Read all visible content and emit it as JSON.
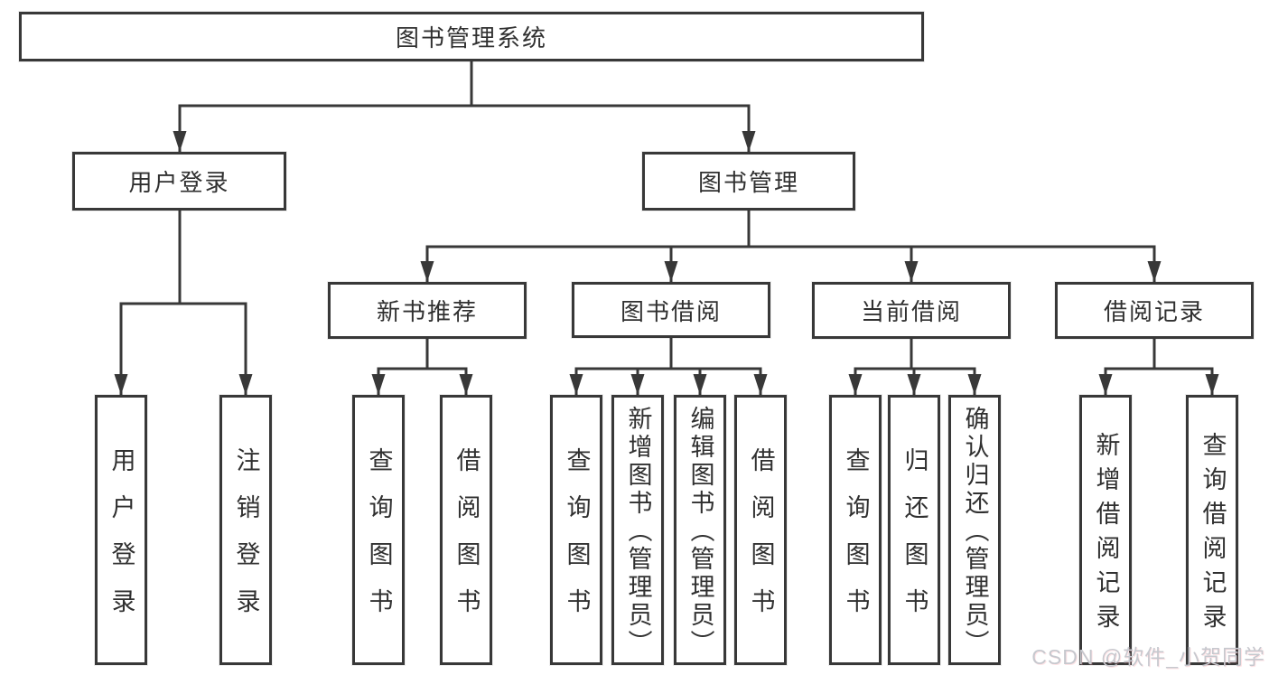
{
  "tree": {
    "label": "图书管理系统",
    "children": [
      {
        "label": "用户登录",
        "children": [
          {
            "label": "用户登录"
          },
          {
            "label": "注销登录"
          }
        ]
      },
      {
        "label": "图书管理",
        "children": [
          {
            "label": "新书推荐",
            "children": [
              {
                "label": "查询图书"
              },
              {
                "label": "借阅图书"
              }
            ]
          },
          {
            "label": "图书借阅",
            "children": [
              {
                "label": "查询图书"
              },
              {
                "label": "新增图书（管理员）"
              },
              {
                "label": "编辑图书（管理员）"
              },
              {
                "label": "借阅图书"
              }
            ]
          },
          {
            "label": "当前借阅",
            "children": [
              {
                "label": "查询图书"
              },
              {
                "label": "归还图书"
              },
              {
                "label": "确认归还（管理员）"
              }
            ]
          },
          {
            "label": "借阅记录",
            "children": [
              {
                "label": "新增借阅记录"
              },
              {
                "label": "查询借阅记录"
              }
            ]
          }
        ]
      }
    ]
  },
  "watermark": {
    "text": "CSDN @软件_小贺同学"
  },
  "colors": {
    "line": "#383838",
    "text": "#303030",
    "background": "#ffffff",
    "watermark": "#c6c8ce"
  }
}
